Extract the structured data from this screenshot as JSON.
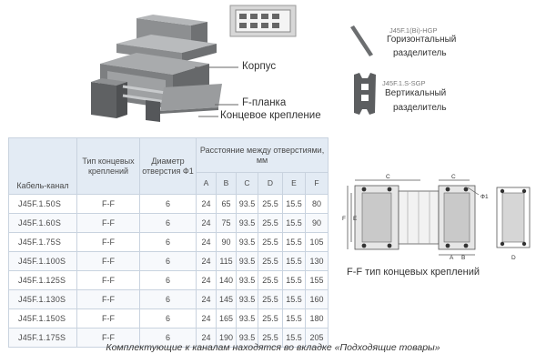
{
  "labels": {
    "body": "Корпус",
    "f_plate": "F-планка",
    "end_mount": "Концевое крепление"
  },
  "accessories": {
    "horizontal": {
      "code": "J45F.1(Bi)-HGP",
      "line1": "Горизонтальный",
      "line2": "разделитель"
    },
    "vertical": {
      "code": "J45F.1.S-SGP",
      "line1": "Вертикальный",
      "line2": "разделитель"
    }
  },
  "table": {
    "header": {
      "model": "Кабель-канал",
      "type": "Тип концевых креплений",
      "hole": "Диаметр отверстия Ф1",
      "distance": "Расстояние между отверстиями, мм",
      "letters": [
        "A",
        "B",
        "C",
        "D",
        "E",
        "F"
      ]
    },
    "rows": [
      [
        "J45F.1.50S",
        "F-F",
        "6",
        "24",
        "65",
        "93.5",
        "25.5",
        "15.5",
        "80"
      ],
      [
        "J45F.1.60S",
        "F-F",
        "6",
        "24",
        "75",
        "93.5",
        "25.5",
        "15.5",
        "90"
      ],
      [
        "J45F.1.75S",
        "F-F",
        "6",
        "24",
        "90",
        "93.5",
        "25.5",
        "15.5",
        "105"
      ],
      [
        "J45F.1.100S",
        "F-F",
        "6",
        "24",
        "115",
        "93.5",
        "25.5",
        "15.5",
        "130"
      ],
      [
        "J45F.1.125S",
        "F-F",
        "6",
        "24",
        "140",
        "93.5",
        "25.5",
        "15.5",
        "155"
      ],
      [
        "J45F.1.130S",
        "F-F",
        "6",
        "24",
        "145",
        "93.5",
        "25.5",
        "15.5",
        "160"
      ],
      [
        "J45F.1.150S",
        "F-F",
        "6",
        "24",
        "165",
        "93.5",
        "25.5",
        "15.5",
        "180"
      ],
      [
        "J45F.1.175S",
        "F-F",
        "6",
        "24",
        "190",
        "93.5",
        "25.5",
        "15.5",
        "205"
      ]
    ]
  },
  "drawing": {
    "dim_c": "C",
    "dim_phi": "Ф1",
    "dim_f": "F",
    "dim_e": "E",
    "dim_a": "A",
    "dim_b": "B",
    "dim_d": "D",
    "caption": "F-F тип концевых креплений"
  },
  "footer": "Комплектующие к каналам находятся во вкладке «Подходящие товары»"
}
